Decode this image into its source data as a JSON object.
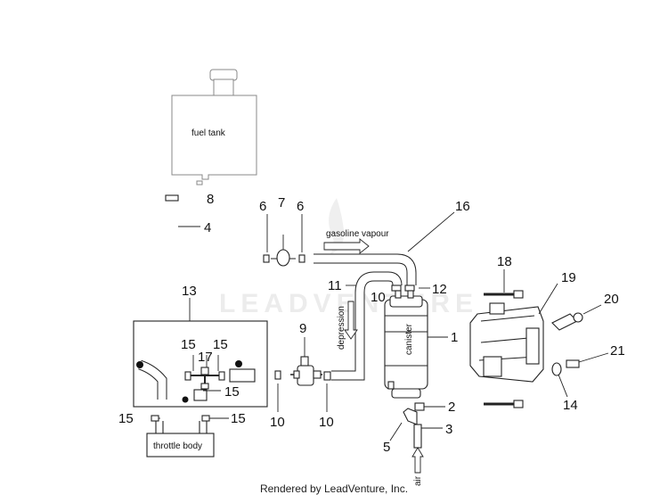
{
  "watermark": "LEADVENTURE",
  "footer": "Rendered by LeadVenture, Inc.",
  "labels": {
    "fuel_tank": "fuel tank",
    "gasoline_vapour": "gasoline vapour",
    "depression": "depression",
    "canister": "canister",
    "air": "air",
    "throttle_body": "throttle body"
  },
  "callouts": {
    "c1": "1",
    "c2": "2",
    "c3": "3",
    "c4": "4",
    "c5": "5",
    "c6a": "6",
    "c6b": "6",
    "c7": "7",
    "c8": "8",
    "c9": "9",
    "c10a": "10",
    "c10b": "10",
    "c10c": "10",
    "c11": "11",
    "c12": "12",
    "c13": "13",
    "c14": "14",
    "c15a": "15",
    "c15b": "15",
    "c15c": "15",
    "c15d": "15",
    "c15e": "15",
    "c16": "16",
    "c17": "17",
    "c18": "18",
    "c19": "19",
    "c20": "20",
    "c21": "21"
  }
}
